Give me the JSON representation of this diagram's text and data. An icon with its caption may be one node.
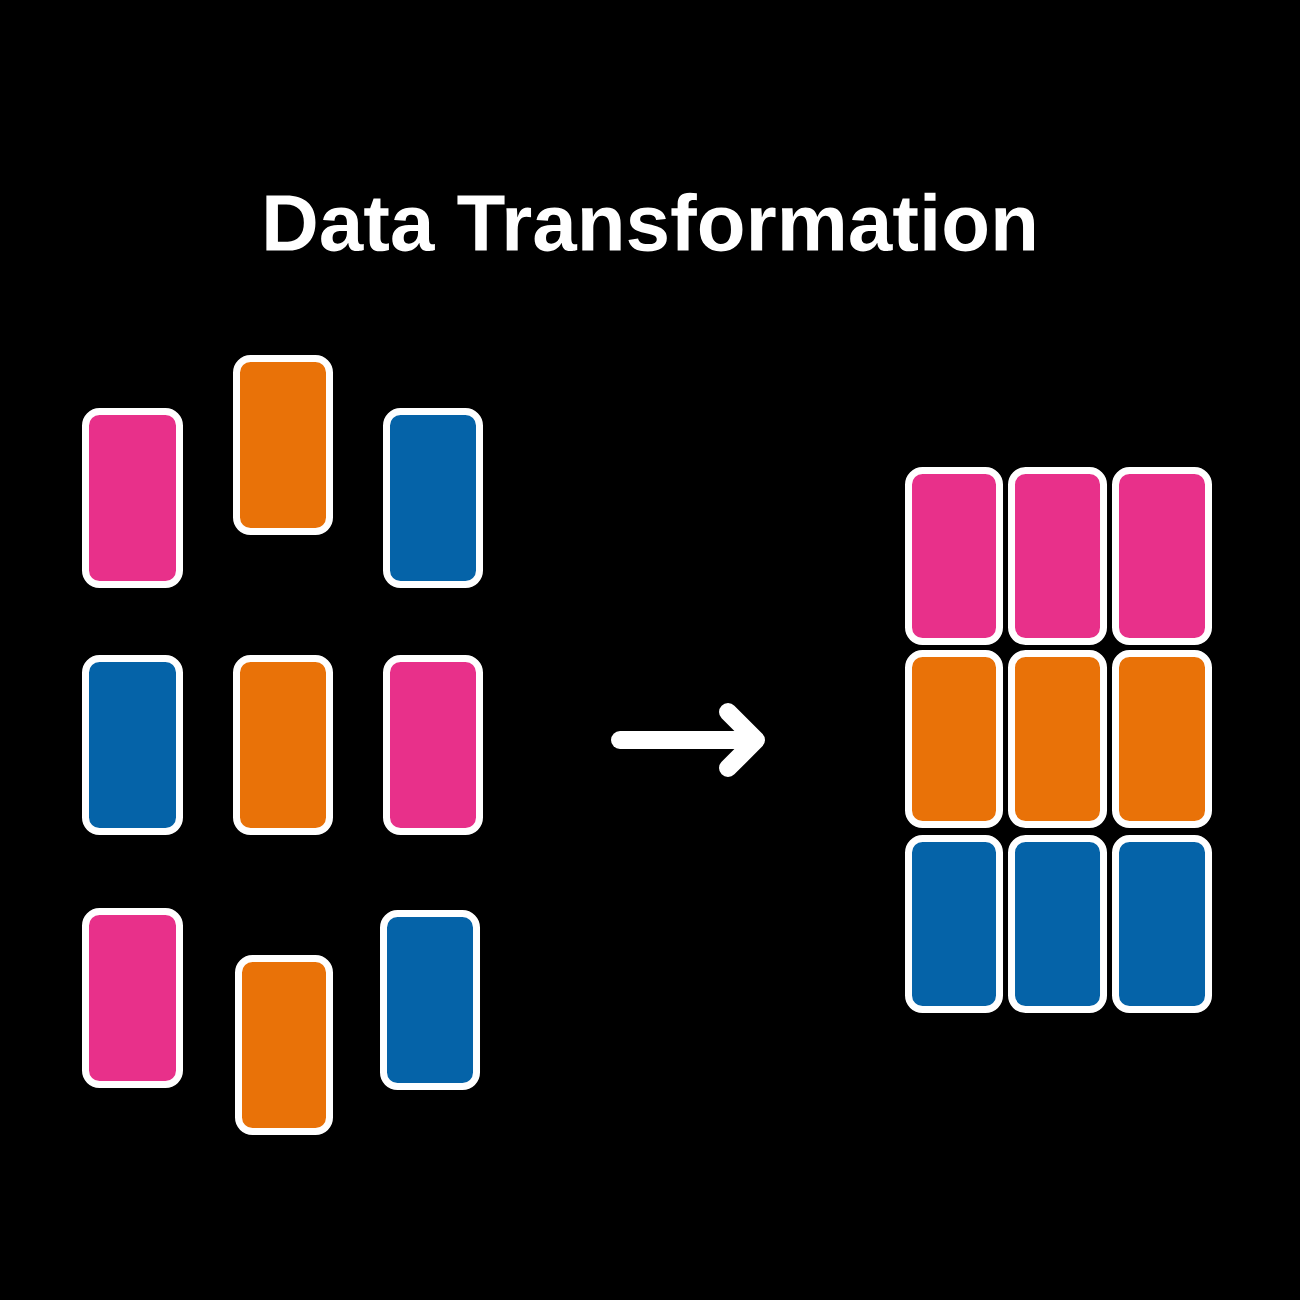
{
  "diagram": {
    "title": "Data Transformation",
    "nodes": [
      {
        "text": [],
        "shape": "box"
      },
      {
        "text": [],
        "shape": "box"
      },
      {
        "text": [],
        "shape": "box"
      },
      {
        "text": [],
        "shape": "box"
      },
      {
        "text": [],
        "shape": "box"
      },
      {
        "text": [],
        "shape": "box"
      },
      {
        "text": [],
        "shape": "box"
      },
      {
        "text": [],
        "shape": "box"
      },
      {
        "text": [],
        "shape": "box"
      },
      {
        "text": [],
        "shape": "box"
      },
      {
        "text": [],
        "shape": "box"
      },
      {
        "text": [],
        "shape": "box"
      },
      {
        "text": [],
        "shape": "box"
      },
      {
        "text": [],
        "shape": "box"
      },
      {
        "text": [],
        "shape": "box"
      },
      {
        "text": [],
        "shape": "box"
      },
      {
        "text": [],
        "shape": "box"
      },
      {
        "text": [],
        "shape": "box"
      }
    ]
  }
}
